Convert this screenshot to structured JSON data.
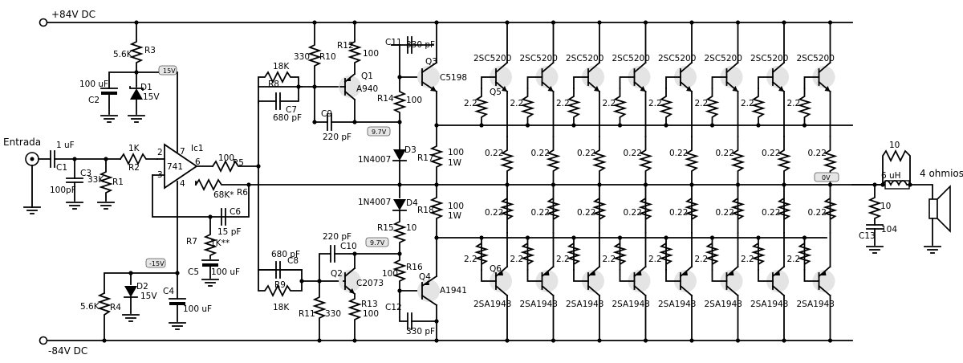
{
  "rails": {
    "pos": "+84V DC",
    "neg": "-84V DC"
  },
  "input": {
    "label": "Entrada",
    "c1": "C1",
    "c1_val": "1 uF"
  },
  "input_parts": [
    {
      "ref": "C3",
      "val": "100pF"
    },
    {
      "ref": "R1",
      "val": "33K"
    },
    {
      "ref": "R2",
      "val": "1K"
    }
  ],
  "opamp": {
    "ref": "Ic1",
    "name": "741",
    "pins": [
      "2",
      "3",
      "4",
      "6",
      "7"
    ]
  },
  "bias_top": {
    "r3": "R3",
    "r3_val": "5.6K",
    "c2": "C2",
    "c2_val": "100 uF",
    "d1": "D1",
    "d1_val": "15V"
  },
  "bias_bot": {
    "r4": "R4",
    "r4_val": "5.6K",
    "c4": "C4",
    "c4_val": "100 uF",
    "d2": "D2",
    "d2_val": "15V"
  },
  "feedback": [
    {
      "ref": "R5",
      "val": "100"
    },
    {
      "ref": "R6",
      "val": "68K*"
    },
    {
      "ref": "C6",
      "val": "15 pF"
    },
    {
      "ref": "R7",
      "val": "1K**"
    },
    {
      "ref": "C5",
      "val": "100 uF"
    }
  ],
  "driver_top": [
    {
      "ref": "R8",
      "val": "18K"
    },
    {
      "ref": "C7",
      "val": "680 pF"
    },
    {
      "ref": "R10",
      "val": "330"
    },
    {
      "ref": "R12",
      "val": "100"
    },
    {
      "ref": "Q1",
      "val": "A940"
    },
    {
      "ref": "C9",
      "val": "220 pF"
    },
    {
      "ref": "R14",
      "val": "100"
    },
    {
      "ref": "C11",
      "val": "330 pF"
    },
    {
      "ref": "Q3",
      "val": "C5198"
    }
  ],
  "driver_bot": [
    {
      "ref": "R9",
      "val": "18K"
    },
    {
      "ref": "C8",
      "val": "680 pF"
    },
    {
      "ref": "C10",
      "val": "220 pF"
    },
    {
      "ref": "Q2",
      "val": "C2073"
    },
    {
      "ref": "R11",
      "val": "330"
    },
    {
      "ref": "R13",
      "val": "100"
    },
    {
      "ref": "R16",
      "val": "100"
    },
    {
      "ref": "Q4",
      "val": "A1941"
    },
    {
      "ref": "C12",
      "val": "330 pF"
    }
  ],
  "bias_diodes": {
    "d3": "D3",
    "d3_val": "1N4007",
    "d4": "D4",
    "d4_val": "1N4007",
    "r15": "R15",
    "r15_val": "10",
    "r17": "R17",
    "r18": "R18",
    "r_val": "100",
    "r_w": "1W"
  },
  "voltage_tags": {
    "v15p": "15V",
    "v15n": "-15V",
    "v97a": "9.7V",
    "v97b": "9.7V",
    "v0": "0V"
  },
  "outputs_top": {
    "part": "2SC5200",
    "q": "Q5",
    "base_r": "2.2",
    "emit_r": "0.22",
    "count": 8
  },
  "outputs_bot": {
    "part": "2SA1943",
    "q": "Q6",
    "base_r": "2.2",
    "emit_r": "0.22",
    "count": 8
  },
  "output_net": {
    "r_par": "10",
    "l": "6 uH",
    "r_zob": "10",
    "c13": "C13",
    "c13_val": "104",
    "speaker": "4 ohmios"
  }
}
